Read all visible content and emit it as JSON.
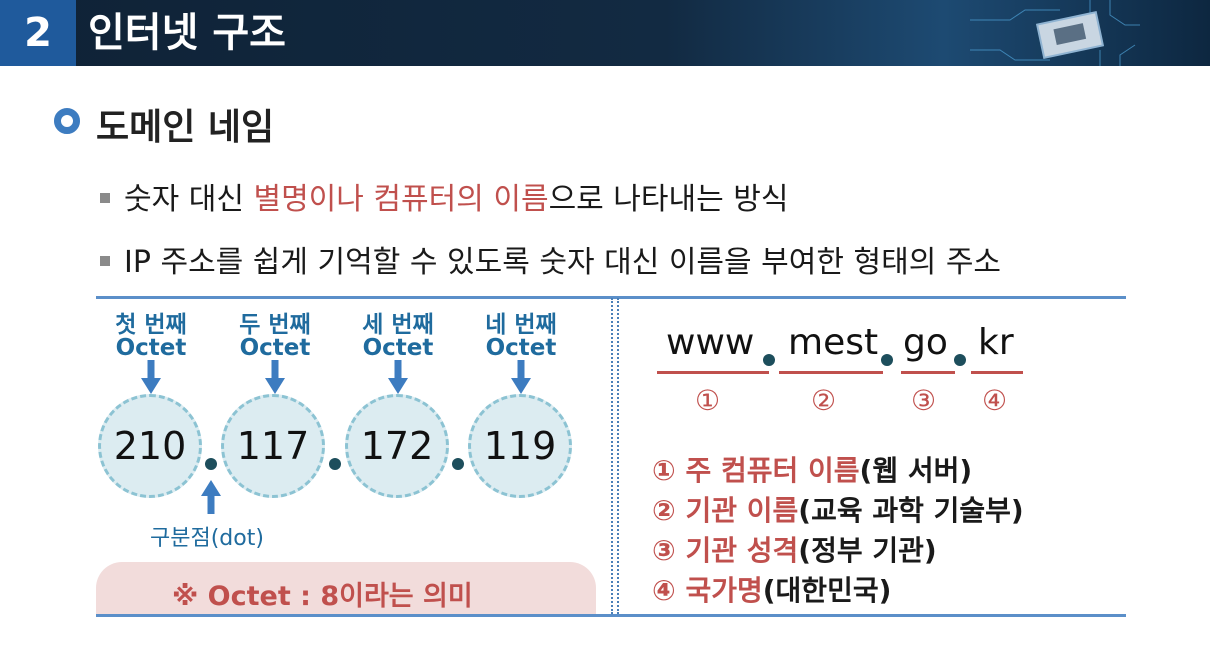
{
  "header": {
    "section_number": "2",
    "title": "인터넷 구조"
  },
  "heading": "도메인 네임",
  "bullets": [
    {
      "parts": [
        {
          "text": "숫자 대신 ",
          "hl": false
        },
        {
          "text": "별명이나 컴퓨터의 이름",
          "hl": true
        },
        {
          "text": "으로 나타내는 방식",
          "hl": false
        }
      ]
    },
    {
      "parts": [
        {
          "text": "IP 주소를 쉽게 기억할 수 있도록 숫자 대신 이름을 부여한 형태의 주소",
          "hl": false
        }
      ]
    }
  ],
  "ip": {
    "labels": [
      {
        "line1": "첫 번째",
        "line2": "Octet"
      },
      {
        "line1": "두 번째",
        "line2": "Octet"
      },
      {
        "line1": "세 번째",
        "line2": "Octet"
      },
      {
        "line1": "네 번째",
        "line2": "Octet"
      }
    ],
    "octets": [
      "210",
      "117",
      "172",
      "119"
    ],
    "separator_label": "구분점(dot)",
    "note": "※ Octet : 8이라는 의미"
  },
  "domain": {
    "parts": [
      "www",
      "mest",
      "go",
      "kr"
    ],
    "numbers": [
      "①",
      "②",
      "③",
      "④"
    ],
    "legend": [
      {
        "num": "①",
        "name": "주 컴퓨터 이름",
        "desc": "(웹 서버)"
      },
      {
        "num": "②",
        "name": "기관 이름",
        "desc": "(교육 과학 기술부)"
      },
      {
        "num": "③",
        "name": "기관 성격",
        "desc": "(정부 기관)"
      },
      {
        "num": "④",
        "name": "국가명",
        "desc": "(대한민국)"
      }
    ]
  },
  "colors": {
    "accent_red": "#c0504d",
    "teal_text": "#1f6b9e",
    "header_blue": "#1f5a9c",
    "circle_fill": "#dcecf1"
  }
}
